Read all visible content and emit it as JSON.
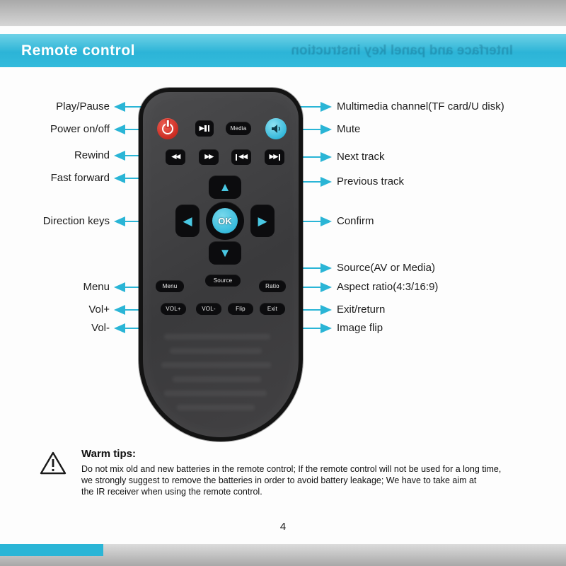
{
  "page": {
    "title": "Remote control",
    "ghost_title": "Interface and panel key instruction",
    "page_number": "4"
  },
  "left_labels": [
    "Play/Pause",
    "Power on/off",
    "Rewind",
    "Fast forward",
    "Direction keys",
    "Menu",
    "Vol+",
    "Vol-"
  ],
  "right_labels": [
    "Multimedia channel(TF card/U disk)",
    "Mute",
    "Next track",
    "Previous track",
    "Confirm",
    "Source(AV or Media)",
    "Aspect ratio(4:3/16:9)",
    "Exit/return",
    "Image flip"
  ],
  "remote": {
    "buttons": {
      "media": "Media",
      "ok": "OK",
      "menu": "Menu",
      "source": "Source",
      "ratio": "Ratio",
      "vol_plus": "VOL+",
      "vol_minus": "VOL-",
      "flip": "Flip",
      "exit": "Exit"
    },
    "icons": {
      "play": "▶",
      "rewind": "◀◀",
      "fast_forward": "▶▶",
      "prev": "◀◀",
      "next": "▶▶",
      "up": "▲",
      "down": "▼",
      "left": "◀",
      "right": "▶"
    }
  },
  "tips": {
    "title": "Warm tips:",
    "lines": [
      "Do not mix old and new batteries in the remote control; If the remote control will not  be used for a long time,",
      "we strongly suggest to remove the batteries in order to avoid battery leakage; We have to  take aim at",
      "the IR receiver when using the remote control."
    ]
  },
  "colors": {
    "accent": "#2ab5d6",
    "power_red": "#c92b21",
    "mute_cyan": "#43c3e0"
  }
}
